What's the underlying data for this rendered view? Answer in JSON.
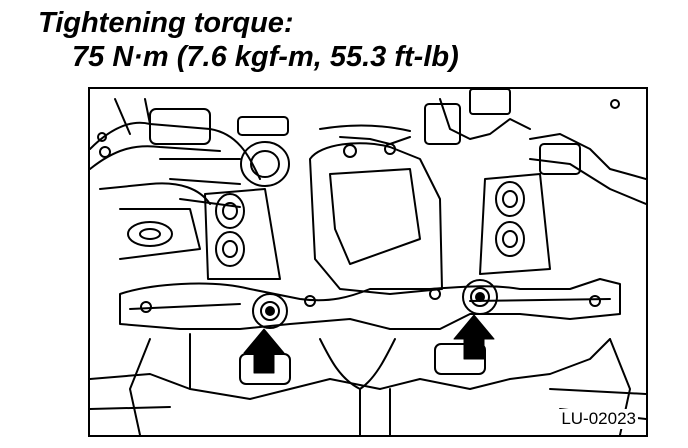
{
  "heading": {
    "line1": "Tightening torque:",
    "line2": "75 N·m (7.6 kgf-m, 55.3 ft-lb)"
  },
  "figure": {
    "code": "LU-02023",
    "icons": [
      "engine-illustration",
      "arrow-up-icon",
      "bolt-icon"
    ]
  }
}
